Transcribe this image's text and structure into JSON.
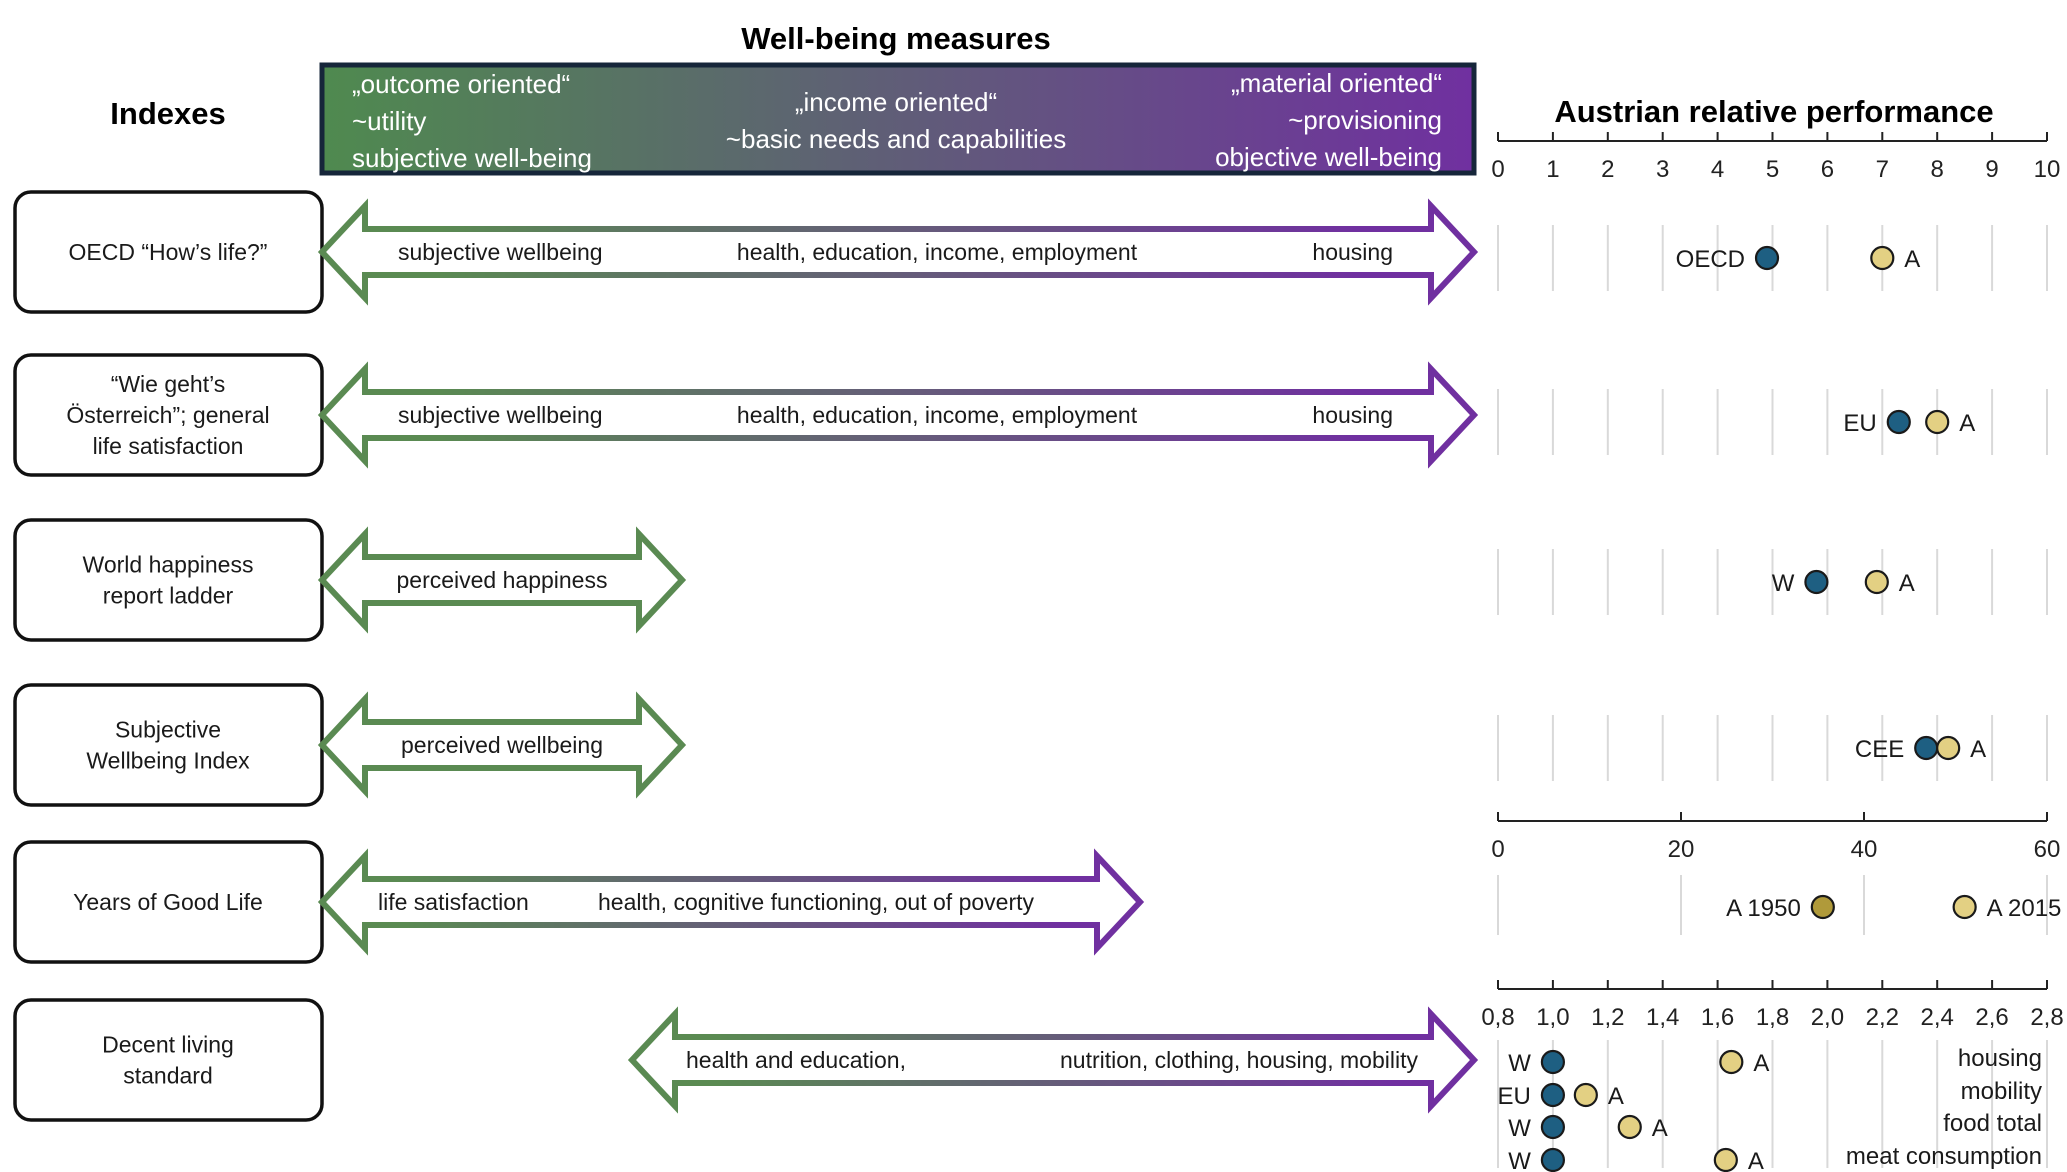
{
  "headings": {
    "indexes": "Indexes",
    "wellbeing_measures": "Well-being measures",
    "performance": "Austrian relative performance"
  },
  "gradient_box": {
    "left": [
      "„outcome oriented“",
      "~utility",
      "subjective well-being"
    ],
    "center": [
      "„income oriented“",
      "~basic needs and capabilities"
    ],
    "right": [
      "„material oriented“",
      "~provisioning",
      "objective well-being"
    ],
    "color_start": "#4f8a4f",
    "color_end": "#7030a0"
  },
  "colors": {
    "comparator_dot": "#1e5f82",
    "austria_dot": "#e3d083",
    "austria_1950_dot": "#b09a3a",
    "arrow_green": "#5a8a52",
    "arrow_purple": "#7030a0",
    "grid": "#d9d9d9"
  },
  "rows": [
    {
      "index_label": [
        "OECD “How’s life?”"
      ],
      "arrow": "full",
      "arrow_labels": [
        "subjective wellbeing",
        "health, education, income, employment",
        "housing"
      ]
    },
    {
      "index_label": [
        "“Wie geht’s",
        "Österreich”; general",
        "life satisfaction"
      ],
      "arrow": "full",
      "arrow_labels": [
        "subjective wellbeing",
        "health, education, income, employment",
        "housing"
      ]
    },
    {
      "index_label": [
        "World happiness",
        "report ladder"
      ],
      "arrow": "short",
      "arrow_labels": [
        "perceived happiness"
      ]
    },
    {
      "index_label": [
        "Subjective",
        "Wellbeing Index"
      ],
      "arrow": "short",
      "arrow_labels": [
        "perceived wellbeing"
      ]
    },
    {
      "index_label": [
        "Years of Good Life"
      ],
      "arrow": "medium",
      "arrow_labels": [
        "life satisfaction",
        "health, cognitive functioning, out of poverty"
      ]
    },
    {
      "index_label": [
        "Decent living",
        "standard"
      ],
      "arrow": "right",
      "arrow_labels": [
        "health and education,",
        "nutrition, clothing, housing, mobility"
      ]
    }
  ],
  "chart_data": [
    {
      "type": "scatter",
      "axis": {
        "min": 0,
        "max": 10,
        "step": 1,
        "tick_labels": [
          "0",
          "1",
          "2",
          "3",
          "4",
          "5",
          "6",
          "7",
          "8",
          "9",
          "10"
        ]
      },
      "rows": [
        {
          "comparator": {
            "label": "OECD",
            "value": 4.9
          },
          "austria": {
            "label": "A",
            "value": 7.0
          }
        },
        {
          "comparator": {
            "label": "EU",
            "value": 7.3
          },
          "austria": {
            "label": "A",
            "value": 8.0
          }
        },
        {
          "comparator": {
            "label": "W",
            "value": 5.8
          },
          "austria": {
            "label": "A",
            "value": 6.9
          }
        },
        {
          "comparator": {
            "label": "CEE",
            "value": 7.8
          },
          "austria": {
            "label": "A",
            "value": 8.2
          }
        }
      ]
    },
    {
      "type": "scatter",
      "axis": {
        "min": 0,
        "max": 60,
        "step": 20,
        "tick_labels": [
          "0",
          "20",
          "40",
          "60"
        ]
      },
      "points": [
        {
          "label": "A 1950",
          "value": 35.5
        },
        {
          "label": "A 2015",
          "value": 51
        }
      ]
    },
    {
      "type": "scatter",
      "axis": {
        "min": 0.8,
        "max": 2.8,
        "step": 0.2,
        "tick_labels": [
          "0,8",
          "1,0",
          "1,2",
          "1,4",
          "1,6",
          "1,8",
          "2,0",
          "2,2",
          "2,4",
          "2,6",
          "2,8"
        ]
      },
      "rows": [
        {
          "category": "housing",
          "comparator": {
            "label": "W",
            "value": 1.0
          },
          "austria": {
            "label": "A",
            "value": 1.65
          }
        },
        {
          "category": "mobility",
          "comparator": {
            "label": "EU",
            "value": 1.0
          },
          "austria": {
            "label": "A",
            "value": 1.12
          }
        },
        {
          "category": "food total",
          "comparator": {
            "label": "W",
            "value": 1.0
          },
          "austria": {
            "label": "A",
            "value": 1.28
          }
        },
        {
          "category": "meat consumption",
          "comparator": {
            "label": "W",
            "value": 1.0
          },
          "austria": {
            "label": "A",
            "value": 1.63
          }
        }
      ]
    }
  ]
}
